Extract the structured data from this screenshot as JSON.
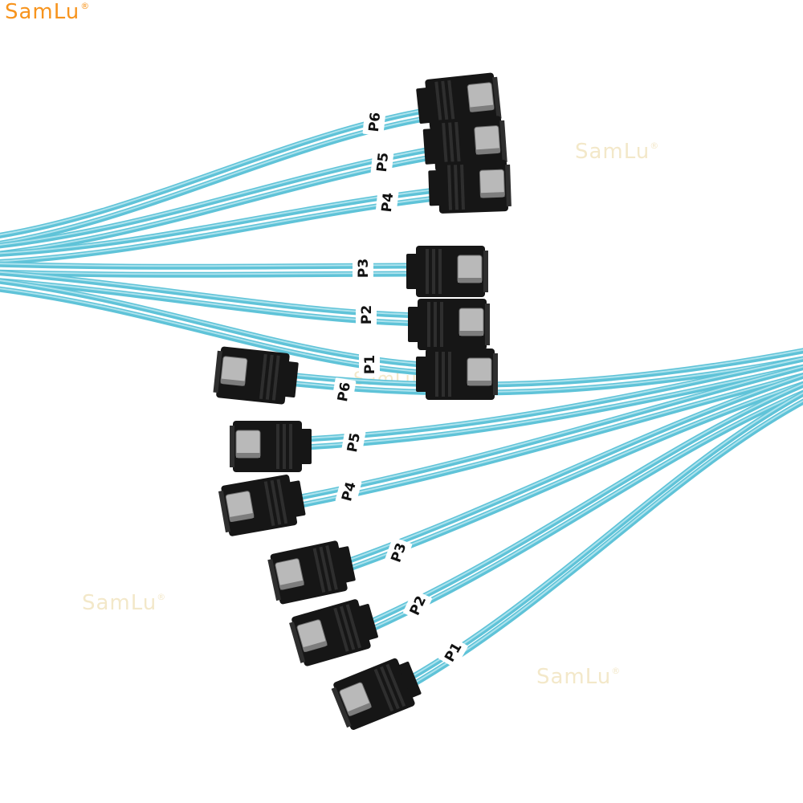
{
  "brand": {
    "logo_text": "SamLu",
    "logo_mark": "®",
    "logo_color": "#f7941d",
    "watermark_text": "SamLu",
    "watermark_mark": "®",
    "watermark_color": "#f2e6c4"
  },
  "cable_color": "#5fc3d8",
  "connector_color": "#161616",
  "latch_color": "#b9b9b9",
  "top_set_labels": [
    "P6",
    "P5",
    "P4",
    "P3",
    "P2",
    "P1"
  ],
  "bottom_set_labels": [
    "P6",
    "P5",
    "P4",
    "P3",
    "P2",
    "P1"
  ]
}
